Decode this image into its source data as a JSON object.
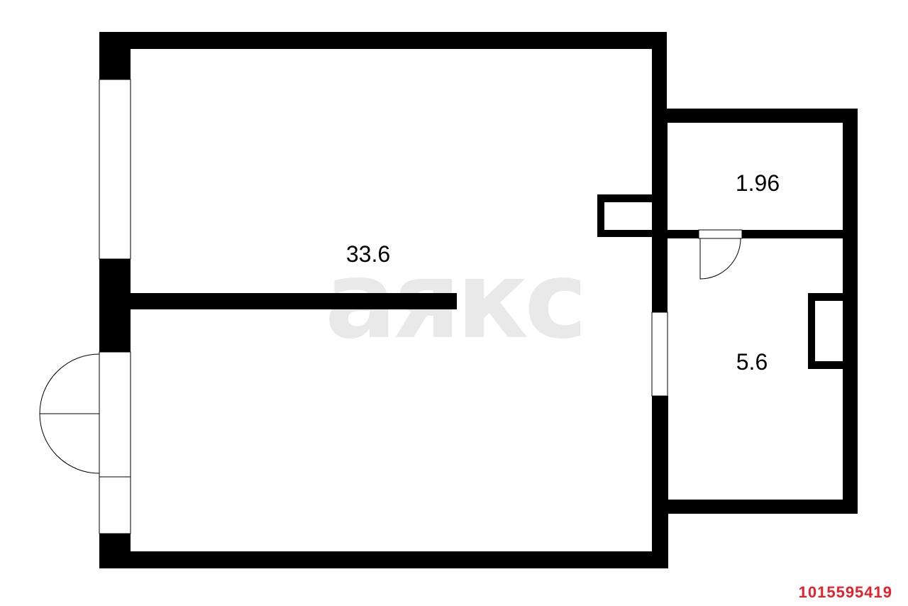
{
  "floor_plan": {
    "rooms": [
      {
        "id": "main-room",
        "area_label": "33.6"
      },
      {
        "id": "bathroom",
        "area_label": "1.96"
      },
      {
        "id": "hallway",
        "area_label": "5.6"
      }
    ],
    "watermark": "аякс",
    "colors": {
      "wall": "#000000",
      "background": "#ffffff",
      "watermark": "#e9e9e9",
      "listing_id": "#e8202a"
    }
  },
  "listing_id": "1015595419"
}
